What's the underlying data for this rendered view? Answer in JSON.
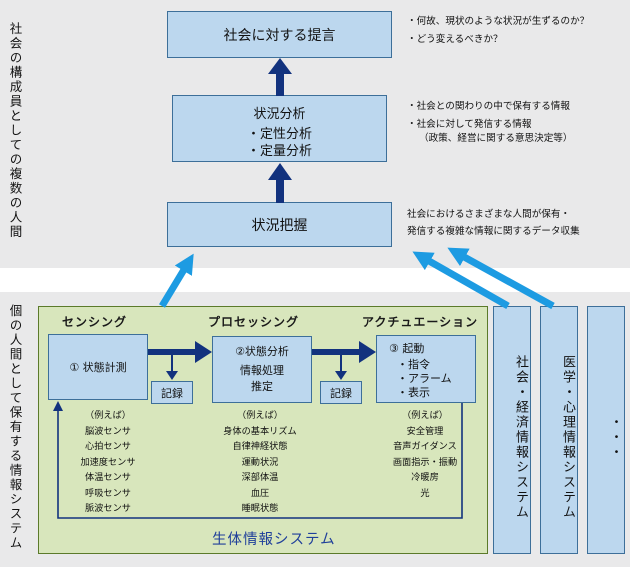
{
  "top_panel": {
    "side_label": "社会の構成員としての複数の人間",
    "proposal": "社会に対する提言",
    "proposal_notes": [
      "・何故、現状のような状況が生ずるのか？",
      "・どう変えるべきか？"
    ],
    "analysis_title": "状況分析",
    "analysis_items": [
      "・定性分析",
      "・定量分析"
    ],
    "analysis_notes": [
      "・社会との関わりの中で保有する情報",
      "・社会に対して発信する情報",
      "（政策、経営に関する意思決定等）"
    ],
    "grasp": "状況把握",
    "grasp_notes": [
      "社会におけるさまざまな人間が保有・",
      "発信する複雑な情報に関するデータ収集"
    ]
  },
  "bottom_panel": {
    "side_label": "個の人間として保有する情報システム",
    "sensing_header": "センシング",
    "processing_header": "プロセッシング",
    "actuation_header": "アクチュエーション",
    "sensing_box": "①  状態計測",
    "processing_box_title": "②状態分析",
    "processing_box_items": [
      "情報処理",
      "推定"
    ],
    "actuation_box_title": "③ 起動",
    "actuation_box_items": [
      "・指令",
      "・アラーム",
      "・表示"
    ],
    "record_label": "記録",
    "example_label": "（例えば）",
    "sensing_examples": [
      "脳波センサ",
      "心拍センサ",
      "加速度センサ",
      "体温センサ",
      "呼吸センサ",
      "脈波センサ"
    ],
    "processing_examples": [
      "身体の基本リズム",
      "自律神経状態",
      "運動状況",
      "深部体温",
      "血圧",
      "睡眠状態"
    ],
    "actuation_examples": [
      "安全管理",
      "音声ガイダンス",
      "画面指示・振動",
      "冷暖房",
      "光"
    ],
    "system_title": "生体情報システム",
    "side_systems": [
      "社会・経済情報システム",
      "医学・心理情報システム",
      "・・・"
    ]
  },
  "colors": {
    "box_fill": "#bcd7ee",
    "box_border": "#3d6f99",
    "arrow_dark": "#12327e",
    "arrow_light": "#1d9be2",
    "green_fill": "#d8e6bc",
    "system_title": "#1f3f9a"
  }
}
